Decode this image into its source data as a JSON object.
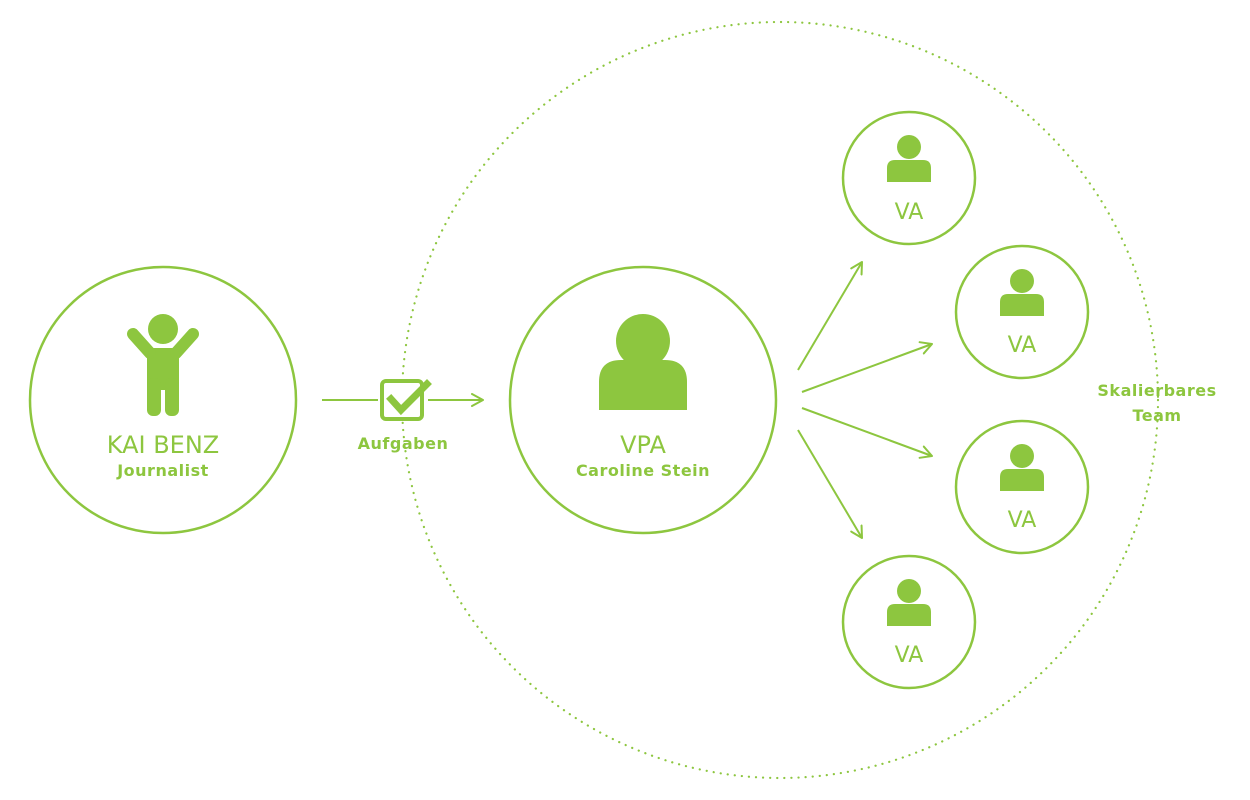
{
  "colors": {
    "accent": "#8dc63f",
    "background": "#ffffff"
  },
  "client": {
    "name": "KAI BENZ",
    "role": "Journalist",
    "icon": "person-arms-raised-icon"
  },
  "handoff": {
    "label": "Aufgaben",
    "icon": "checkbox-checked-icon"
  },
  "manager": {
    "title": "VPA",
    "name": "Caroline Stein",
    "icon": "person-icon"
  },
  "team": {
    "label_line1": "Skalierbares",
    "label_line2": "Team",
    "members": [
      {
        "label": "VA",
        "icon": "person-icon"
      },
      {
        "label": "VA",
        "icon": "person-icon"
      },
      {
        "label": "VA",
        "icon": "person-icon"
      },
      {
        "label": "VA",
        "icon": "person-icon"
      }
    ]
  }
}
